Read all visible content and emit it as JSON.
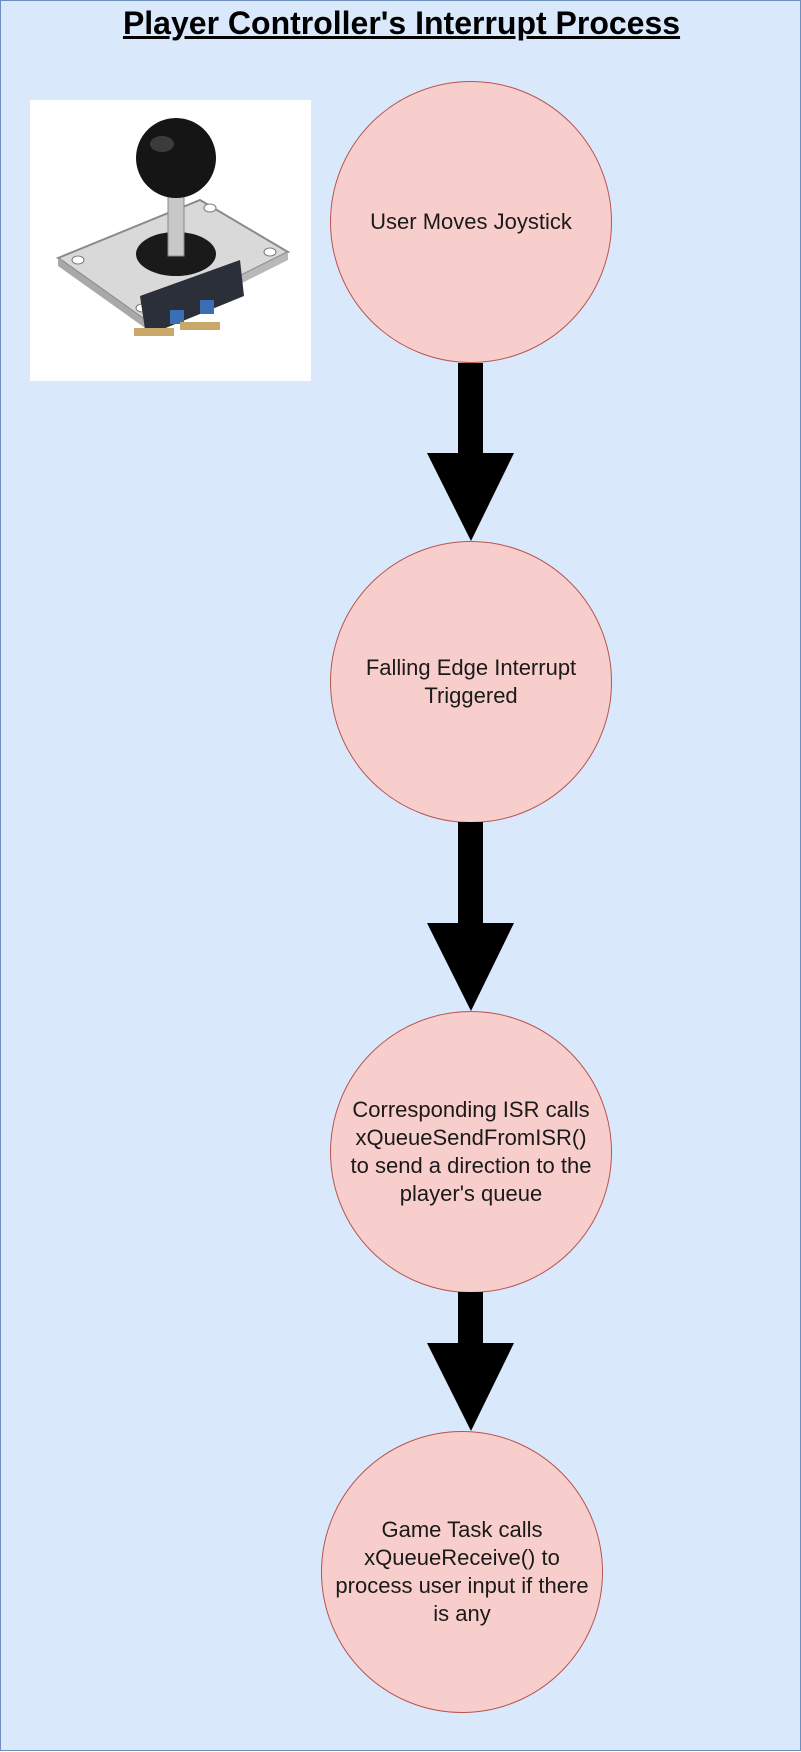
{
  "title": "Player Controller's Interrupt Process",
  "photo": {
    "subject": "arcade-joystick"
  },
  "nodes": [
    {
      "id": "user-moves-joystick",
      "label": "User Moves Joystick"
    },
    {
      "id": "falling-edge-interrupt",
      "label": "Falling Edge Interrupt\nTriggered"
    },
    {
      "id": "isr-send",
      "label": "Corresponding ISR calls\nxQueueSendFromISR()\nto send a direction to the\nplayer's queue"
    },
    {
      "id": "game-task-receive",
      "label": "Game Task calls\nxQueueReceive() to\nprocess user input if there\nis any"
    }
  ],
  "colors": {
    "background": "#dae8fc",
    "background_border": "#6c8ebf",
    "node_fill": "#f8cecc",
    "node_border": "#b85450",
    "arrow": "#000000"
  }
}
